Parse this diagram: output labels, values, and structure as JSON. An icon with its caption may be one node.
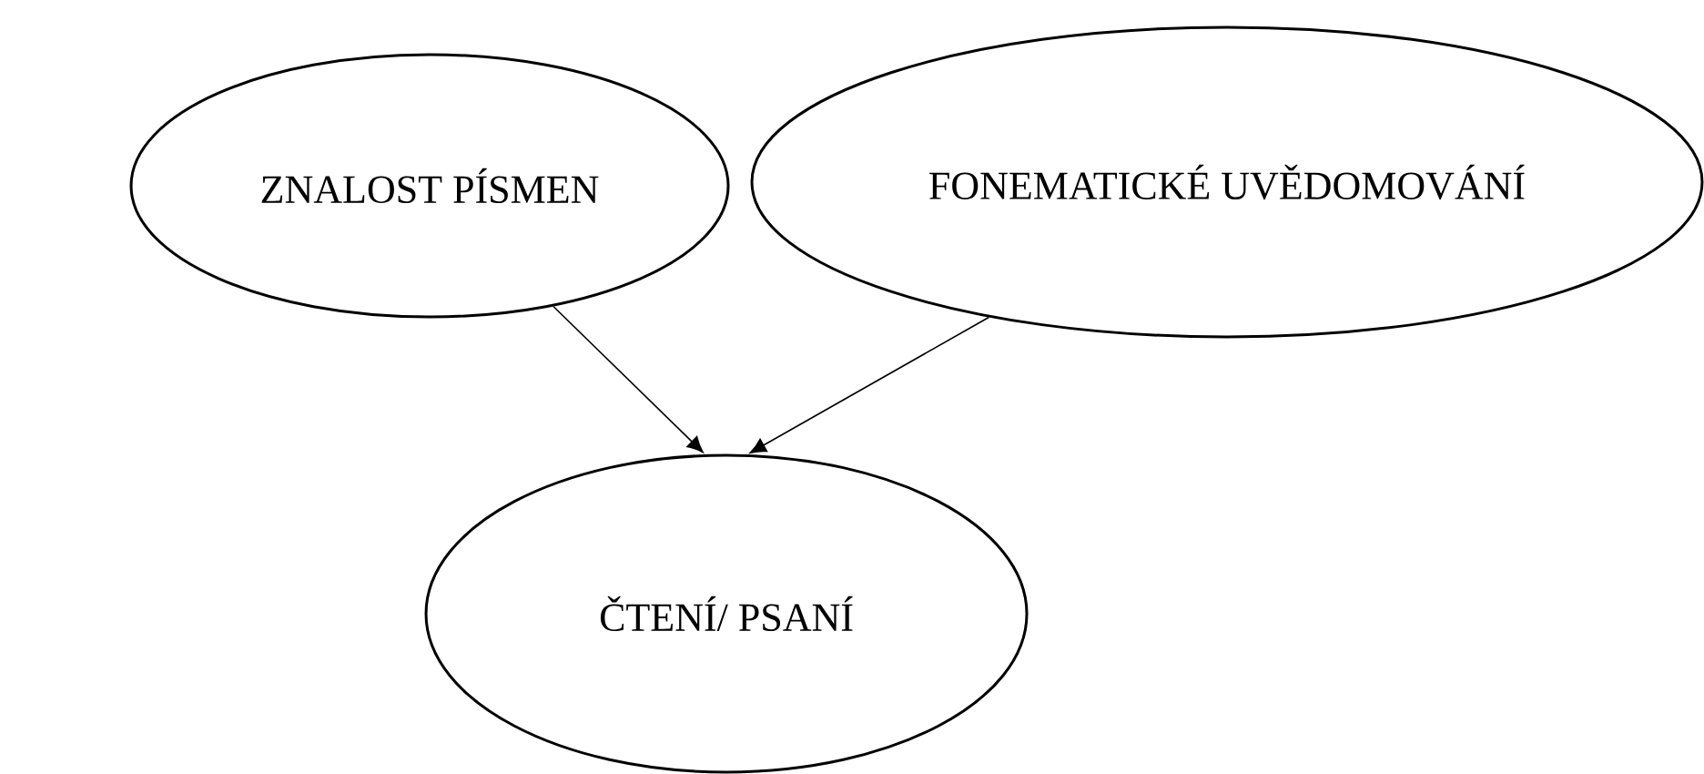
{
  "diagram": {
    "nodes": [
      {
        "text": [
          "ZNALOST PÍSMEN"
        ]
      },
      {
        "text": [
          "FONEMATICKÉ UVĚDOMOVÁNÍ"
        ]
      },
      {
        "text": [
          "ČTENÍ/ PSANÍ"
        ]
      }
    ],
    "edges": [
      {
        "from": 0,
        "to": 2,
        "arrow": "to"
      },
      {
        "from": 1,
        "to": 2,
        "arrow": "to"
      }
    ]
  }
}
